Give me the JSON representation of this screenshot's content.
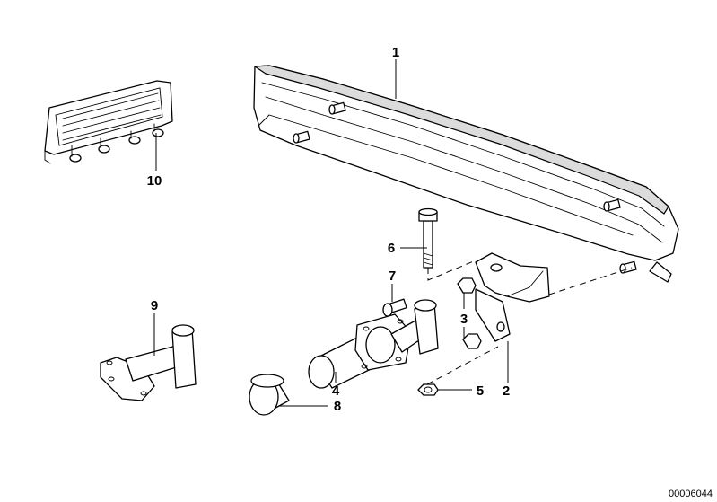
{
  "callouts": [
    {
      "id": "1",
      "text": "1"
    },
    {
      "id": "2",
      "text": "2"
    },
    {
      "id": "3",
      "text": "3"
    },
    {
      "id": "4",
      "text": "4"
    },
    {
      "id": "5",
      "text": "5"
    },
    {
      "id": "6",
      "text": "6"
    },
    {
      "id": "7",
      "text": "7"
    },
    {
      "id": "8",
      "text": "8"
    },
    {
      "id": "9",
      "text": "9"
    },
    {
      "id": "10",
      "text": "10"
    }
  ],
  "document_number": "00006044"
}
